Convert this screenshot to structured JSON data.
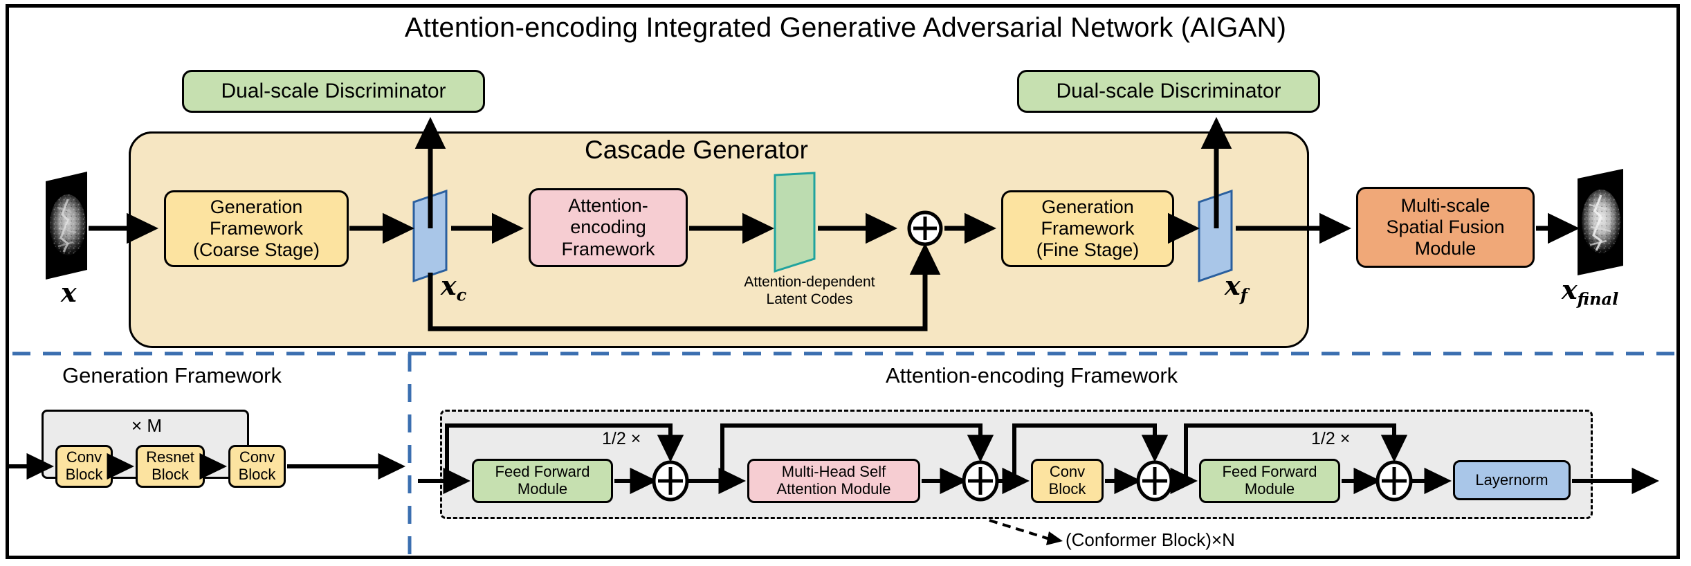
{
  "figure": {
    "title": "Attention-encoding Integrated Generative Adversarial Network (AIGAN)"
  },
  "colors": {
    "green": "#c6e0b0",
    "cream": "#f6e6c2",
    "yellow": "#fce3a0",
    "pink": "#f6cdd2",
    "orange": "#f0a878",
    "blue": "#a9c6e8",
    "grey_panel": "#ebebeb",
    "divider_blue": "#3b6fb0",
    "outline": "#000000"
  },
  "top": {
    "discriminator_left": "Dual-scale Discriminator",
    "discriminator_right": "Dual-scale Discriminator",
    "cascade_label": "Cascade  Generator",
    "gen_coarse": "Generation Framework (Coarse Stage)",
    "gen_coarse_lines": [
      "Generation",
      "Framework",
      "(Coarse Stage)"
    ],
    "attention_framework_lines": [
      "Attention-",
      "encoding",
      "Framework"
    ],
    "gen_fine_lines": [
      "Generation",
      "Framework",
      "(Fine Stage)"
    ],
    "fusion_lines": [
      "Multi-scale",
      "Spatial Fusion",
      "Module"
    ],
    "latent_caption_lines": [
      "Attention-dependent",
      "Latent Codes"
    ],
    "label_x": "x",
    "label_xc": "x",
    "label_xc_sub": "c",
    "label_xf": "x",
    "label_xf_sub": "f",
    "label_xfinal": "x",
    "label_xfinal_sub": "final",
    "plus_symbol": "+"
  },
  "bottom_left": {
    "section_title": "Generation Framework",
    "repeat_label": "× M",
    "blocks": [
      {
        "label_lines": [
          "Conv",
          "Block"
        ],
        "color": "yellow"
      },
      {
        "label_lines": [
          "Resnet",
          "Block"
        ],
        "color": "yellow"
      },
      {
        "label_lines": [
          "Conv",
          "Block"
        ],
        "color": "yellow"
      }
    ]
  },
  "bottom_right": {
    "section_title": "Attention-encoding Framework",
    "conformer_note": "(Conformer Block)×N",
    "half_scale_left": "1/2 ×",
    "half_scale_right": "1/2 ×",
    "blocks": [
      {
        "label_lines": [
          "Feed Forward",
          "Module"
        ],
        "color": "green"
      },
      {
        "label_lines": [
          "Multi-Head Self",
          "Attention Module"
        ],
        "color": "pink"
      },
      {
        "label_lines": [
          "Conv",
          "Block"
        ],
        "color": "yellow"
      },
      {
        "label_lines": [
          "Feed Forward",
          "Module"
        ],
        "color": "green"
      },
      {
        "label_lines": [
          "Layernorm"
        ],
        "color": "blue"
      }
    ],
    "adders": [
      "+",
      "+",
      "+",
      "+"
    ]
  }
}
